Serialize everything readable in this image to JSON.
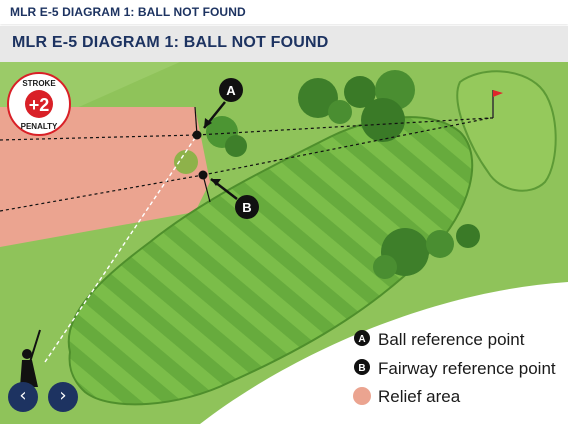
{
  "page_title": "MLR E-5 DIAGRAM 1: BALL NOT FOUND",
  "diagram_title": "MLR E-5 DIAGRAM 1:  BALL NOT FOUND",
  "badge": {
    "top": "STROKE",
    "value": "+2",
    "bottom": "PENALTY"
  },
  "markers": {
    "a": "A",
    "b": "B"
  },
  "legend": [
    {
      "key": "A",
      "label": "Ball reference point"
    },
    {
      "key": "B",
      "label": "Fairway reference point"
    },
    {
      "key": "",
      "label": "Relief area",
      "color": "#eba490"
    }
  ],
  "nav": {
    "prev": "‹",
    "next": "›"
  },
  "colors": {
    "rough": "#8fc35a",
    "fairway": "#6aae3f",
    "green": "#95c95c",
    "relief": "#eba490",
    "navy": "#1d3361",
    "penalty_red": "#d92027"
  }
}
